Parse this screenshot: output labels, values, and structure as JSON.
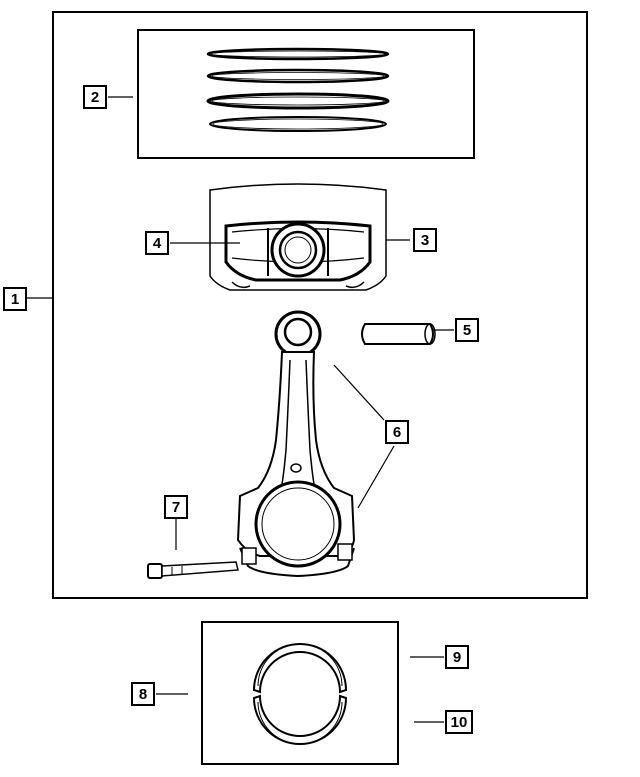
{
  "callouts": {
    "c1": "1",
    "c2": "2",
    "c3": "3",
    "c4": "4",
    "c5": "5",
    "c6": "6",
    "c7": "7",
    "c8": "8",
    "c9": "9",
    "c10": "10"
  },
  "parts": [
    "assembly-frame",
    "piston-rings",
    "piston",
    "piston-pin-bore",
    "piston-pin",
    "connecting-rod",
    "rod-bolt",
    "bearing-set",
    "upper-bearing-shell",
    "lower-bearing-shell"
  ]
}
